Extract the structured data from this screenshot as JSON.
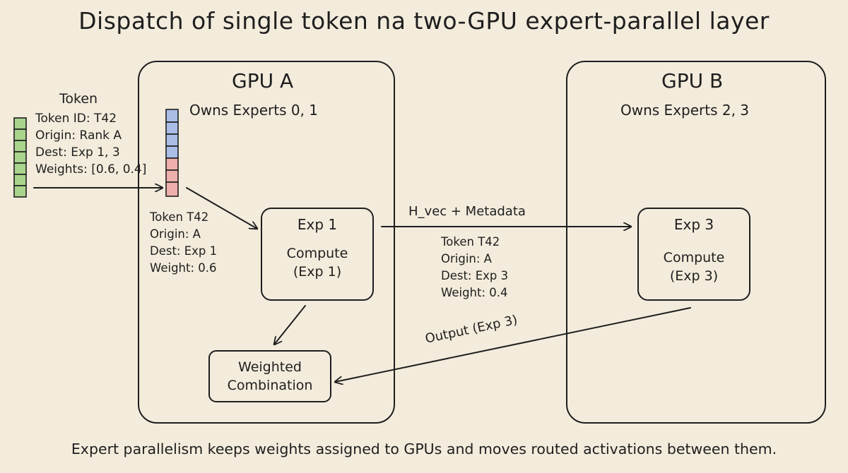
{
  "title": "Dispatch of single token na two-GPU expert-parallel layer",
  "token": {
    "heading": "Token",
    "lines": [
      "Token ID: T42",
      "Origin: Rank A",
      "Dest: Exp 1, 3",
      "Weights: [0.6, 0.4]"
    ]
  },
  "gpu_a": {
    "title": "GPU A",
    "subtitle": "Owns Experts 0, 1",
    "route_note": [
      "Token T42",
      "Origin: A",
      "Dest: Exp 1",
      "Weight: 0.6"
    ],
    "expert_box": {
      "name": "Exp 1",
      "line1": "Compute",
      "line2": "(Exp 1)"
    },
    "combine_box": {
      "line1": "Weighted",
      "line2": "Combination"
    }
  },
  "gpu_b": {
    "title": "GPU B",
    "subtitle": "Owns Experts 2, 3",
    "expert_box": {
      "name": "Exp 3",
      "line1": "Compute",
      "line2": "(Exp 3)"
    }
  },
  "edges": {
    "send_label": "H_vec + Metadata",
    "send_note": [
      "Token T42",
      "Origin: A",
      "Dest: Exp 3",
      "Weight: 0.4"
    ],
    "return_label": "Output (Exp 3)"
  },
  "footer": "Expert parallelism keeps weights assigned to GPUs and moves routed activations between them.",
  "colors": {
    "background": "#f3ecdc",
    "ink": "#1e1e1e",
    "token_green": "#a9d48c",
    "slot_blue": "#a9bde6",
    "slot_red": "#eeb0aa"
  }
}
